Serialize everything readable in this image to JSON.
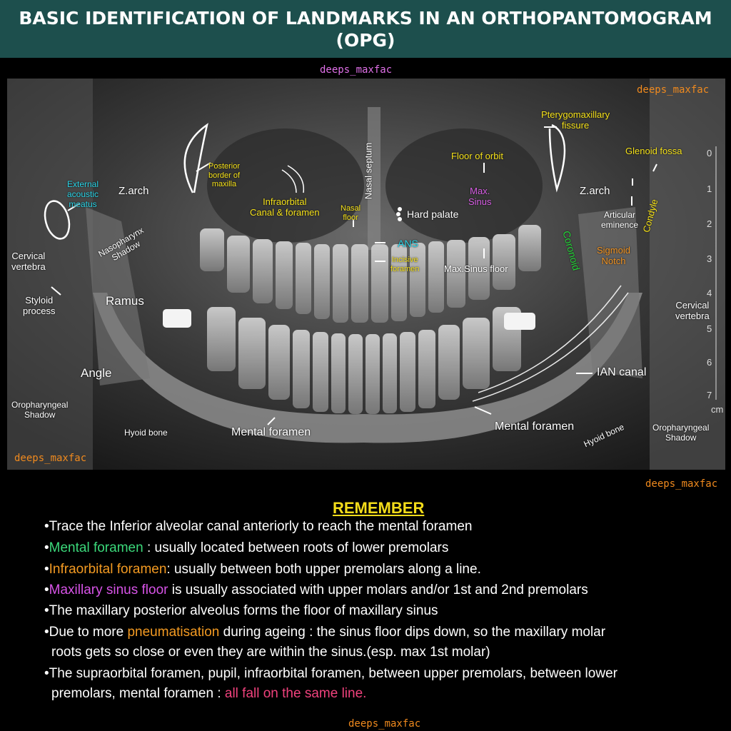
{
  "title": {
    "line1": "BASIC IDENTIFICATION OF LANDMARKS IN AN ORTHOPANTOMOGRAM",
    "line2": "(OPG)"
  },
  "watermark": "deeps_maxfac",
  "colors": {
    "title_bg": "#1d4f4d",
    "label_white": "#ffffff",
    "label_yellow": "#f5e11a",
    "label_cyan": "#29d3e6",
    "label_magenta": "#d85ee5",
    "label_orange": "#f29422",
    "label_green": "#27d13a",
    "watermark_top": "#e070e8",
    "watermark_orange": "#f08a1e"
  },
  "labels": {
    "external_acoustic_meatus": "External\nacoustic\nmeatus",
    "zarch_left": "Z.arch",
    "posterior_border_maxilla": "Posterior\nborder of\nmaxilla",
    "infraorbital_canal": "Infraorbital\nCanal & foramen",
    "nasal_floor": "Nasal\nfloor",
    "nasal_septum": "Nasal septum",
    "hard_palate": "Hard palate",
    "floor_of_orbit": "Floor of orbit",
    "max_sinus": "Max.\nSinus",
    "pterygomaxillary_fissure": "Pterygomaxillary\nfissure",
    "glenoid_fossa": "Glenoid fossa",
    "zarch_right": "Z.arch",
    "articular_eminence": "Articular\neminence",
    "condyle": "Condyle",
    "coronoid": "Coronoid",
    "sigmoid_notch": "Sigmoid\nNotch",
    "ans": "ANS",
    "incisive_foramen": "Incisive\nforamen",
    "max_sinus_floor": "Max.Sinus floor",
    "cervical_vertebra_left": "Cervical\nvertebra",
    "nasopharynx_shadow": "Nasopharynx\nShadow",
    "styloid_process": "Styloid\nprocess",
    "ramus": "Ramus",
    "angle": "Angle",
    "oropharyngeal_shadow_left": "Oropharyngeal\nShadow",
    "hyoid_bone_left": "Hyoid bone",
    "mental_foramen_left": "Mental foramen",
    "mental_foramen_right": "Mental foramen",
    "hyoid_bone_right": "Hyoid bone",
    "oropharyngeal_shadow_right": "Oropharyngeal\nShadow",
    "cervical_vertebra_right": "Cervical\nvertebra",
    "ian_canal": "IAN canal"
  },
  "scale": {
    "ticks": [
      "0",
      "1",
      "2",
      "3",
      "4",
      "5",
      "6",
      "7"
    ],
    "unit": "cm"
  },
  "remember": {
    "heading": "REMEMBER",
    "b1": "•Trace the Inferior alveolar canal anteriorly to reach the mental foramen",
    "b2_bullet": "•",
    "b2_hl": "Mental foramen",
    "b2_rest": " : usually located between roots of lower premolars",
    "b3_bullet": "•",
    "b3_hl": "Infraorbital foramen",
    "b3_rest": ": usually between both upper premolars along a line.",
    "b4_bullet": "•",
    "b4_hl": "Maxillary sinus floor",
    "b4_rest": " is usually associated with upper molars and/or 1st and 2nd premolars",
    "b5": "•The maxillary posterior alveolus forms the floor of maxillary sinus",
    "b6_pre": "•Due to more ",
    "b6_hl": "pneumatisation",
    "b6_rest": " during ageing : the sinus floor dips down, so the maxillary molar",
    "b6_line2": "roots gets so  close or even they are within the sinus.(esp. max 1st molar)",
    "b7_line1": "•The supraorbital foramen, pupil, infraorbital foramen, between upper premolars, between lower",
    "b7_line2_pre": "premolars, mental foramen : ",
    "b7_hl": "all fall on the same line."
  }
}
